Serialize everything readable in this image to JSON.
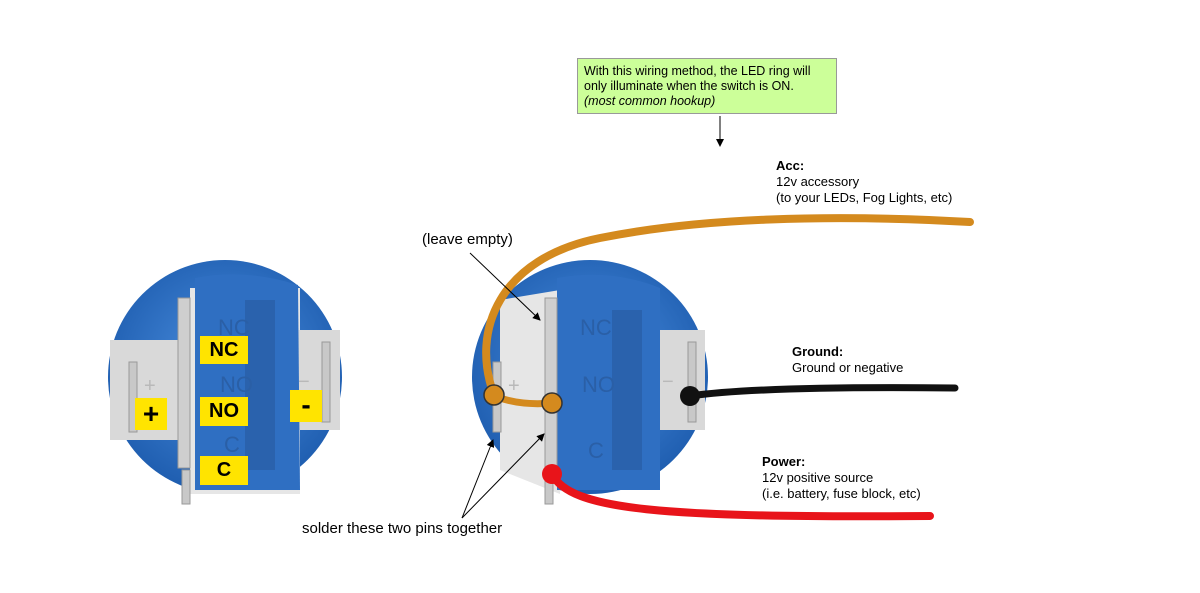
{
  "note": {
    "line1": "With this wiring method, the LED ring will",
    "line2": "only illuminate when the switch is ON.",
    "line3": "(most common hookup)"
  },
  "pin_labels": {
    "nc": "NC",
    "no": "NO",
    "c": "C",
    "plus": "+",
    "minus": "-"
  },
  "embossed": {
    "nc": "NC",
    "no": "NO",
    "c": "C",
    "plus": "+",
    "minus": "−"
  },
  "labels": {
    "leave_empty": "(leave empty)",
    "solder": "solder these two pins together"
  },
  "acc": {
    "title": "Acc:",
    "line1": "12v accessory",
    "line2": "(to your LEDs, Fog Lights, etc)"
  },
  "ground": {
    "title": "Ground:",
    "line1": "Ground or negative"
  },
  "power": {
    "title": "Power:",
    "line1": "12v positive source",
    "line2": "(i.e. battery, fuse block, etc)"
  },
  "colors": {
    "acc_wire": "#d48a1e",
    "ground_wire": "#111111",
    "power_wire": "#e8141a",
    "switch_blue": "#2f74c8",
    "label_yellow": "#ffe400",
    "note_green": "#ccff99"
  }
}
